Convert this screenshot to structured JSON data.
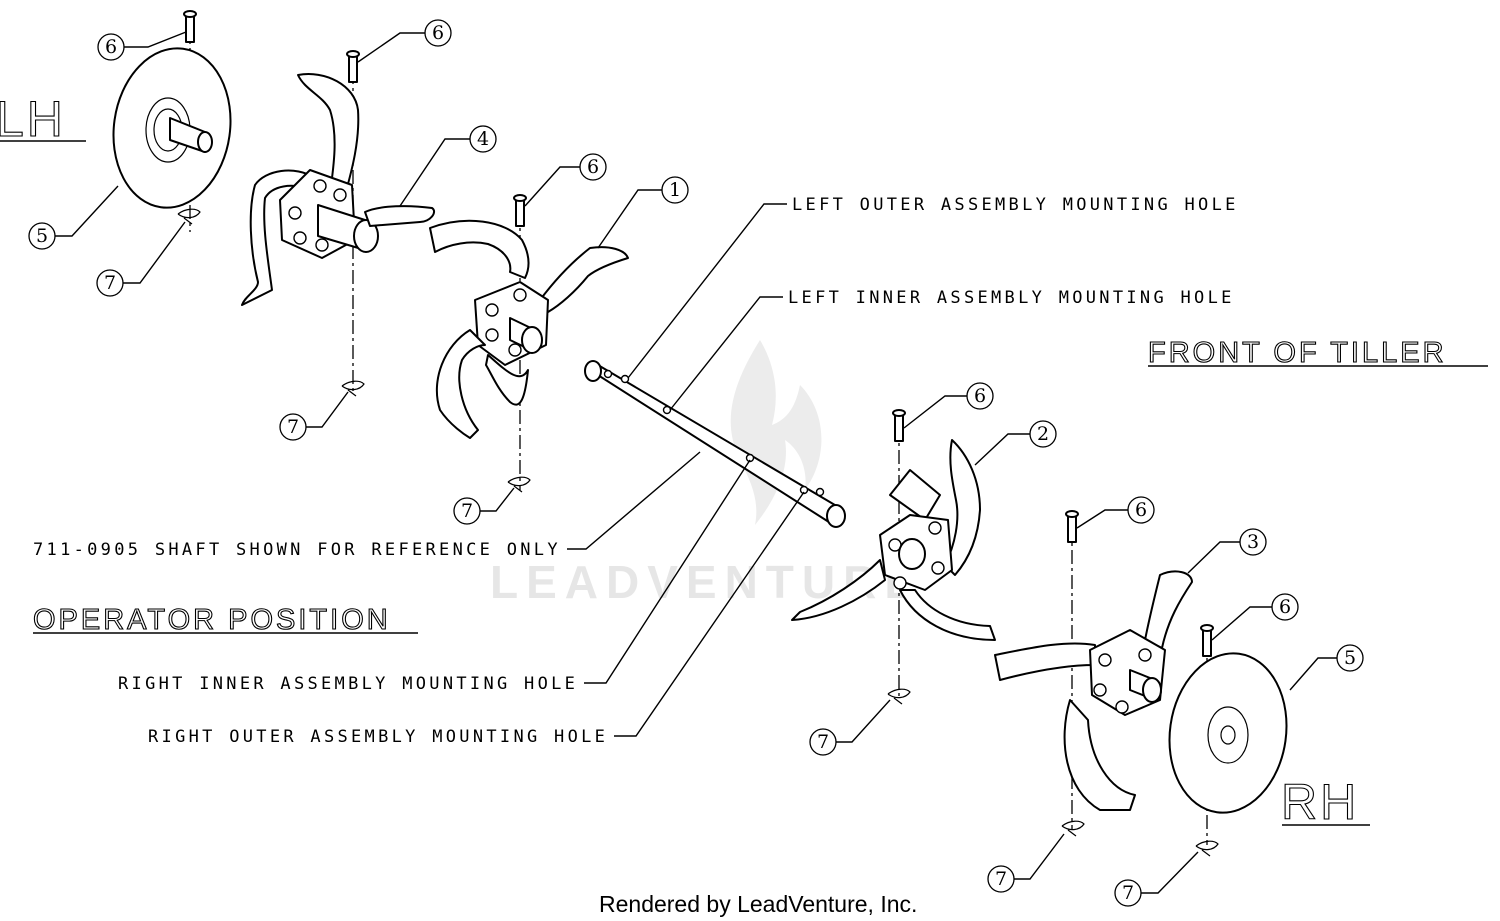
{
  "headings": {
    "lh": "LH",
    "rh": "RH",
    "front": "FRONT OF TILLER",
    "operator": "OPERATOR POSITION"
  },
  "callouts": {
    "left_outer_hole": "LEFT OUTER ASSEMBLY MOUNTING HOLE",
    "left_inner_hole": "LEFT INNER ASSEMBLY MOUNTING HOLE",
    "shaft_ref": "711-0905 SHAFT SHOWN FOR REFERENCE ONLY",
    "right_inner_hole": "RIGHT INNER ASSEMBLY MOUNTING HOLE",
    "right_outer_hole": "RIGHT OUTER ASSEMBLY MOUNTING HOLE"
  },
  "part_refs": [
    "1",
    "2",
    "3",
    "4",
    "5",
    "5",
    "6",
    "6",
    "6",
    "6",
    "6",
    "6",
    "7",
    "7",
    "7",
    "7",
    "7",
    "7"
  ],
  "watermark": "LEADVENTURE",
  "footer": "Rendered by LeadVenture, Inc."
}
